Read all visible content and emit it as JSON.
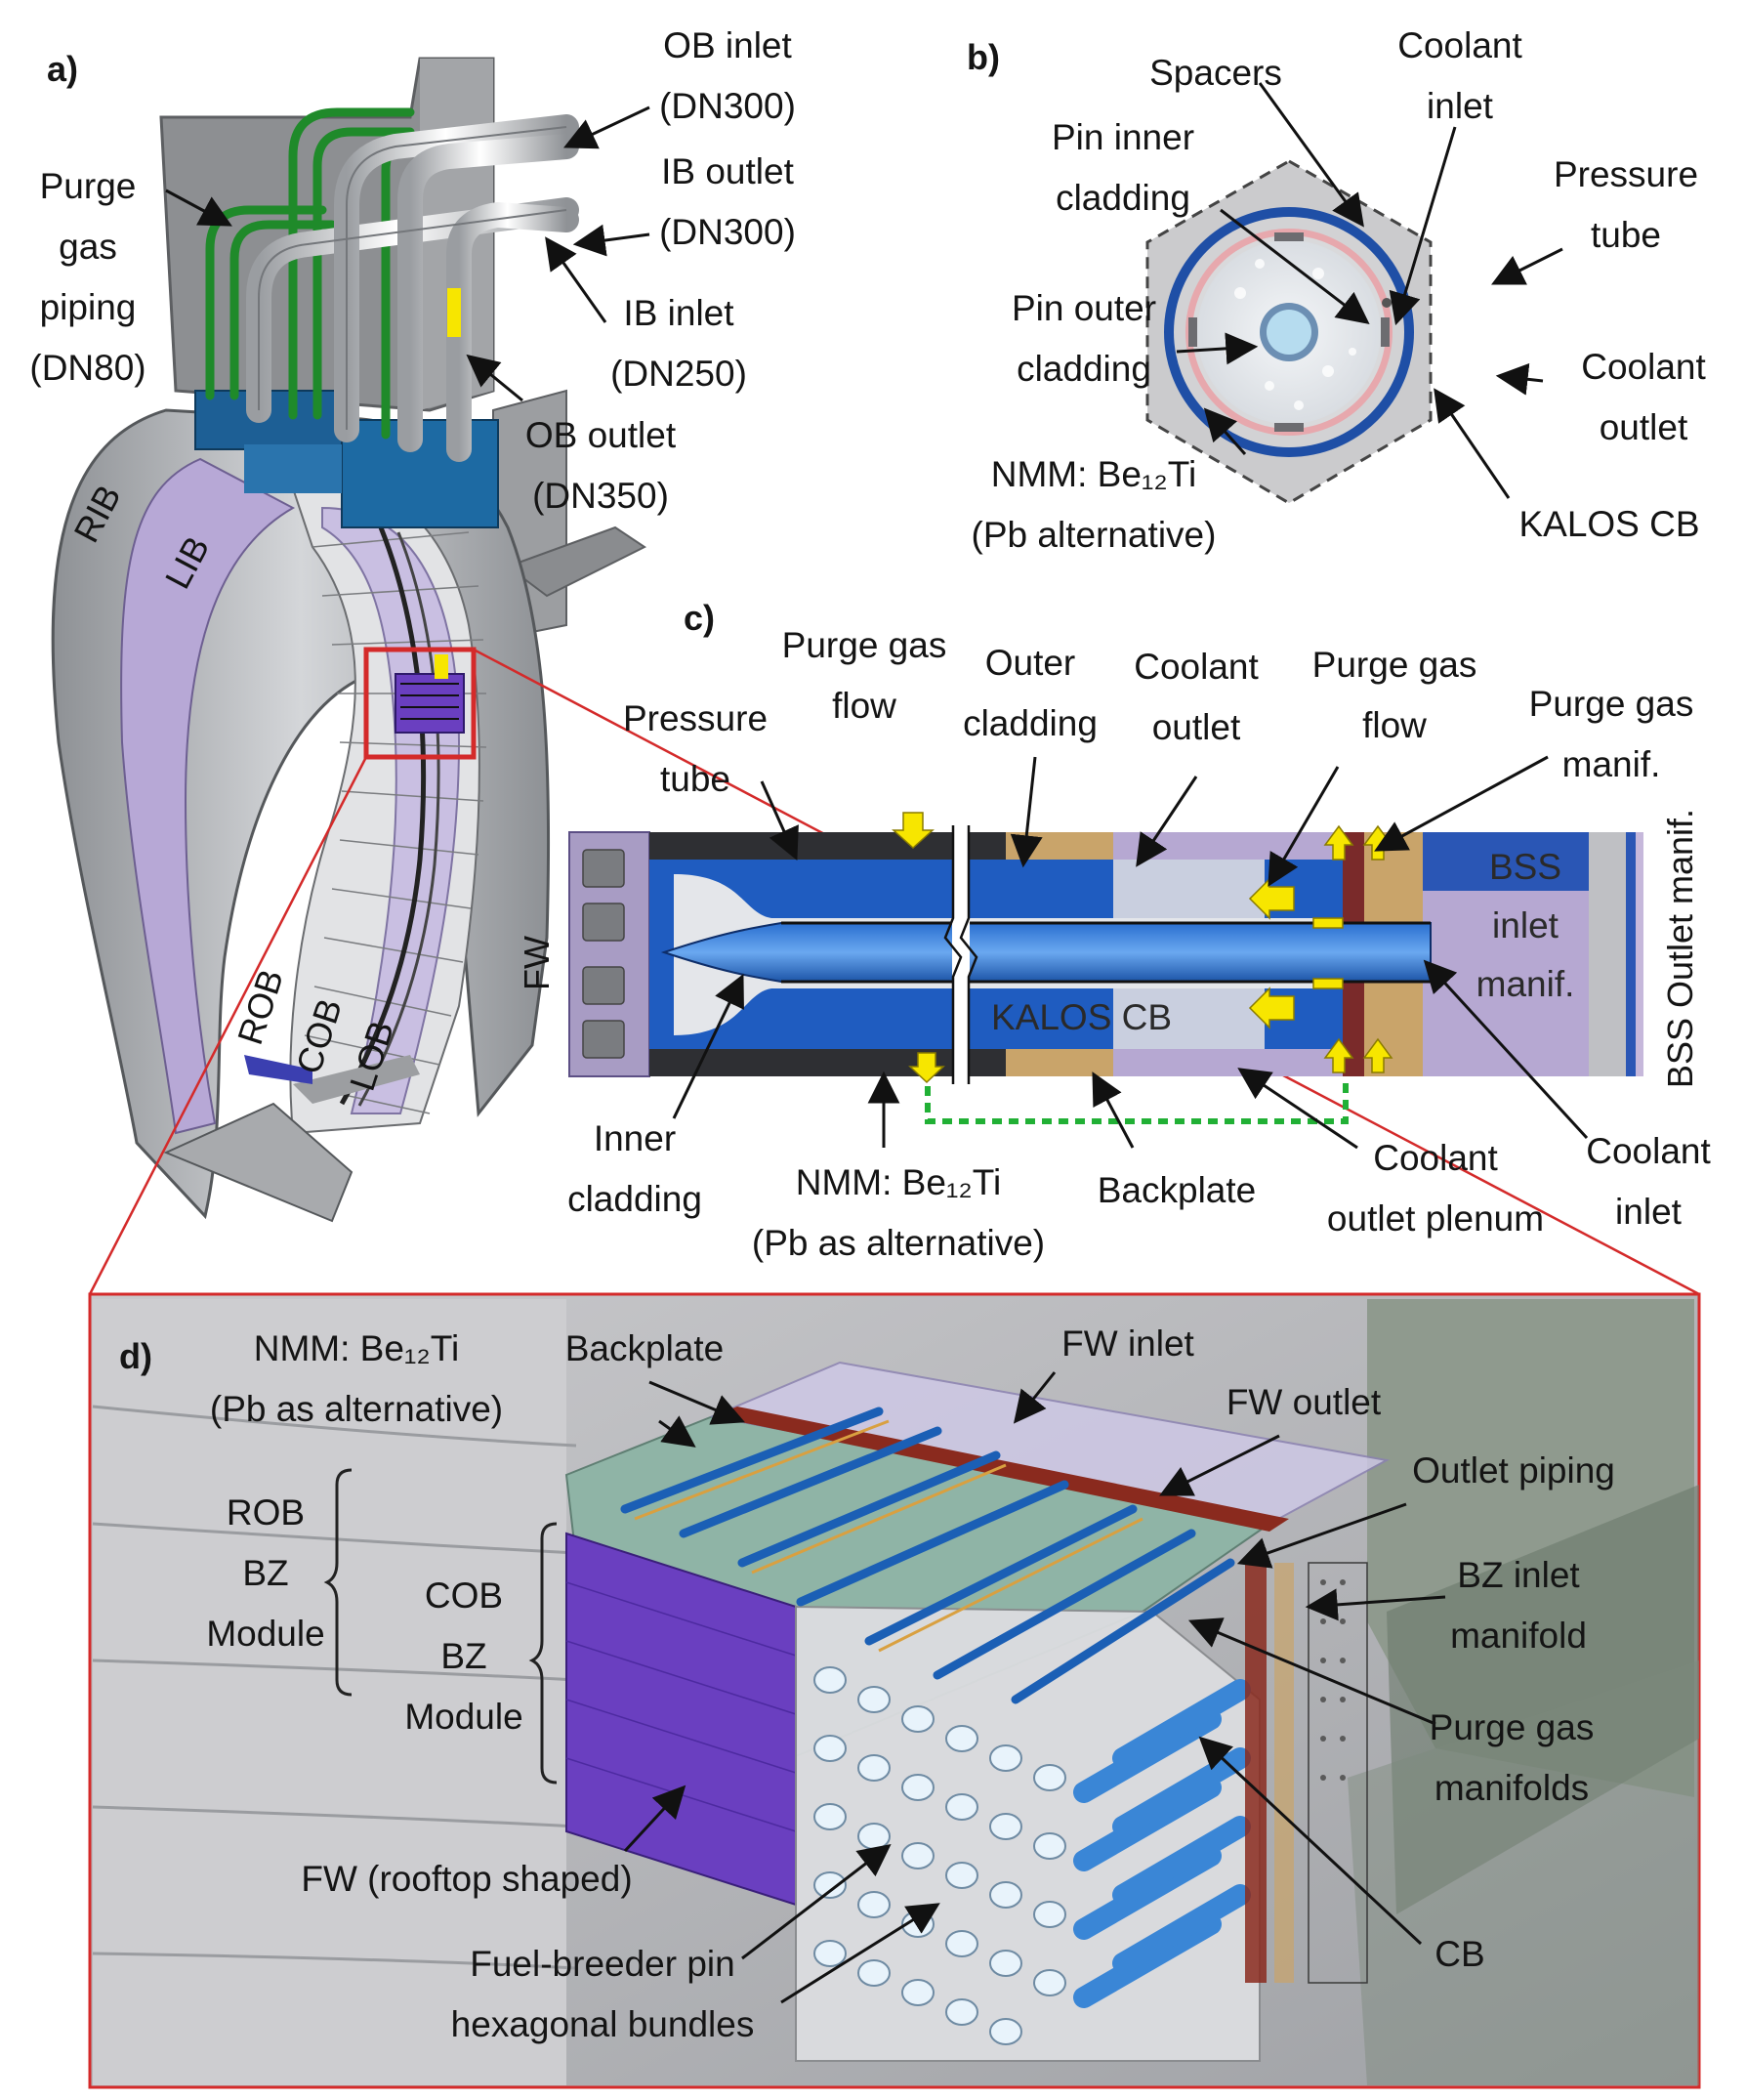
{
  "panels": {
    "a": "a)",
    "b": "b)",
    "c": "c)",
    "d": "d)"
  },
  "panel_a": {
    "purge_gas_piping": [
      "Purge",
      "gas",
      "piping",
      "(DN80)"
    ],
    "ob_inlet": [
      "OB inlet",
      "(DN300)"
    ],
    "ib_outlet": [
      "IB outlet",
      "(DN300)"
    ],
    "ib_inlet": [
      "IB inlet",
      "(DN250)"
    ],
    "ob_outlet": [
      "OB outlet",
      "(DN350)"
    ],
    "rib": "RIB",
    "lib": "LIB",
    "rob": "ROB",
    "cob": "COB",
    "lob": "LOB"
  },
  "panel_b": {
    "spacers": "Spacers",
    "coolant_inlet": [
      "Coolant",
      "inlet"
    ],
    "pin_inner_cladding": [
      "Pin inner",
      "cladding"
    ],
    "pressure_tube": [
      "Pressure",
      "tube"
    ],
    "pin_outer_cladding": [
      "Pin outer",
      "cladding"
    ],
    "coolant_outlet": [
      "Coolant",
      "outlet"
    ],
    "nmm": [
      "NMM: Be₁₂Ti",
      "(Pb alternative)"
    ],
    "kalos_cb": "KALOS CB"
  },
  "panel_c": {
    "purge_gas_flow_1": [
      "Purge gas",
      "flow"
    ],
    "outer_cladding": [
      "Outer",
      "cladding"
    ],
    "coolant_outlet": [
      "Coolant",
      "outlet"
    ],
    "purge_gas_flow_2": [
      "Purge gas",
      "flow"
    ],
    "purge_gas_manif": [
      "Purge gas",
      "manif."
    ],
    "pressure_tube": [
      "Pressure",
      "tube"
    ],
    "fw": "FW",
    "bss_inlet_manif": [
      "BSS",
      "inlet",
      "manif."
    ],
    "bss_outlet_manif": "BSS Outlet manif.",
    "kalos_cb": "KALOS CB",
    "inner_cladding": [
      "Inner",
      "cladding"
    ],
    "nmm": [
      "NMM: Be₁₂Ti",
      "(Pb as alternative)"
    ],
    "backplate": "Backplate",
    "coolant_outlet_plenum": [
      "Coolant",
      "outlet plenum"
    ],
    "coolant_inlet": [
      "Coolant",
      "inlet"
    ]
  },
  "panel_d": {
    "nmm": [
      "NMM: Be₁₂Ti",
      "(Pb as alternative)"
    ],
    "backplate": "Backplate",
    "fw_inlet": "FW inlet",
    "fw_outlet": "FW outlet",
    "outlet_piping": "Outlet piping",
    "rob_bz_module": [
      "ROB",
      "BZ",
      "Module"
    ],
    "cob_bz_module": [
      "COB",
      "BZ",
      "Module"
    ],
    "bz_inlet_manifold": [
      "BZ inlet",
      "manifold"
    ],
    "purge_gas_manifolds": [
      "Purge gas",
      "manifolds"
    ],
    "fw_rooftop": "FW (rooftop shaped)",
    "fuel_breeder": [
      "Fuel-breeder pin",
      "hexagonal bundles"
    ],
    "cb": "CB"
  },
  "colors": {
    "callout_red": "#d42a2a",
    "steel_grey": "#b9bcbf",
    "lilac": "#b7a8d6",
    "fw_purple": "#6a3fc0",
    "pipe_blue": "#1b5fb5",
    "flow_yellow": "#f7e600",
    "purge_green": "#1f8a2a"
  }
}
